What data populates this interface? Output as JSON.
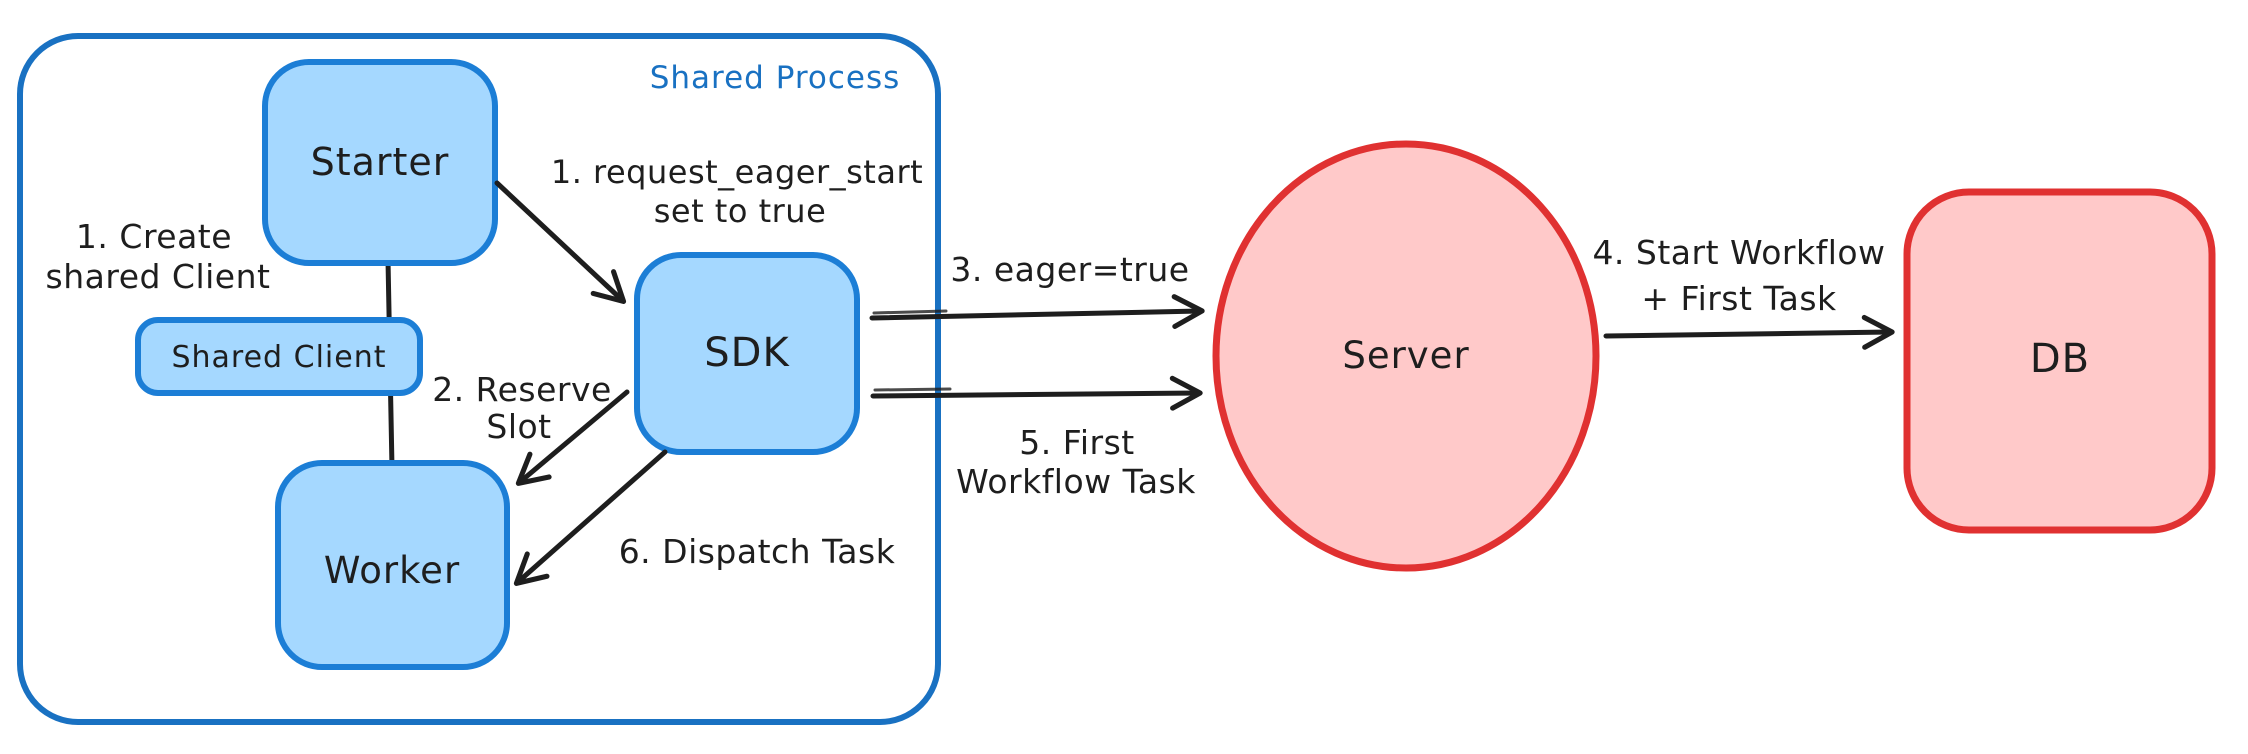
{
  "diagram": {
    "container_label": "Shared Process",
    "nodes": {
      "starter": "Starter",
      "shared_client": "Shared Client",
      "worker": "Worker",
      "sdk": "SDK",
      "server": "Server",
      "db": "DB"
    },
    "annotations": {
      "create_shared_client": [
        "1. Create",
        "shared Client"
      ],
      "request_eager_start": [
        "1. request_eager_start",
        "set to true"
      ],
      "reserve_slot": [
        "2. Reserve",
        "Slot"
      ],
      "eager_true": "3. eager=true",
      "start_workflow": [
        "4. Start Workflow",
        "+ First Task"
      ],
      "first_workflow_task": [
        "5. First",
        "Workflow Task"
      ],
      "dispatch_task": "6. Dispatch Task"
    },
    "colors": {
      "blue_stroke": "#1c7ed6",
      "blue_container_stroke": "#1971c2",
      "blue_fill": "#a5d8ff",
      "red_stroke": "#e03131",
      "red_fill": "#ffc9c9",
      "text": "#1e1e1e",
      "background": "#ffffff"
    }
  }
}
